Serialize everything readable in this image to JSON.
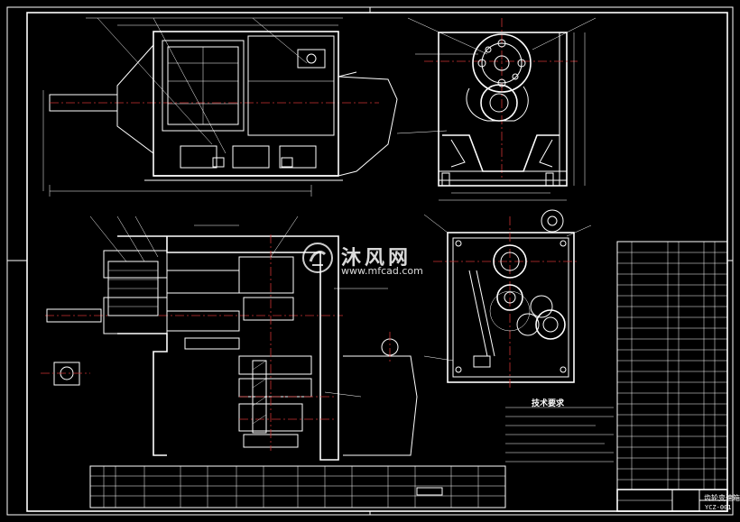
{
  "watermark": {
    "site_name": "沐风网",
    "url": "www.mfcad.com"
  },
  "notes": {
    "title": "技术要求"
  },
  "title_block": {
    "name": "齿轮变速箱",
    "drawing_no": "YCZ-001"
  },
  "colors": {
    "background": "#000000",
    "lines": "#ffffff",
    "centerlines": "#cc3333"
  },
  "icons": [
    "watermark-logo-icon"
  ]
}
